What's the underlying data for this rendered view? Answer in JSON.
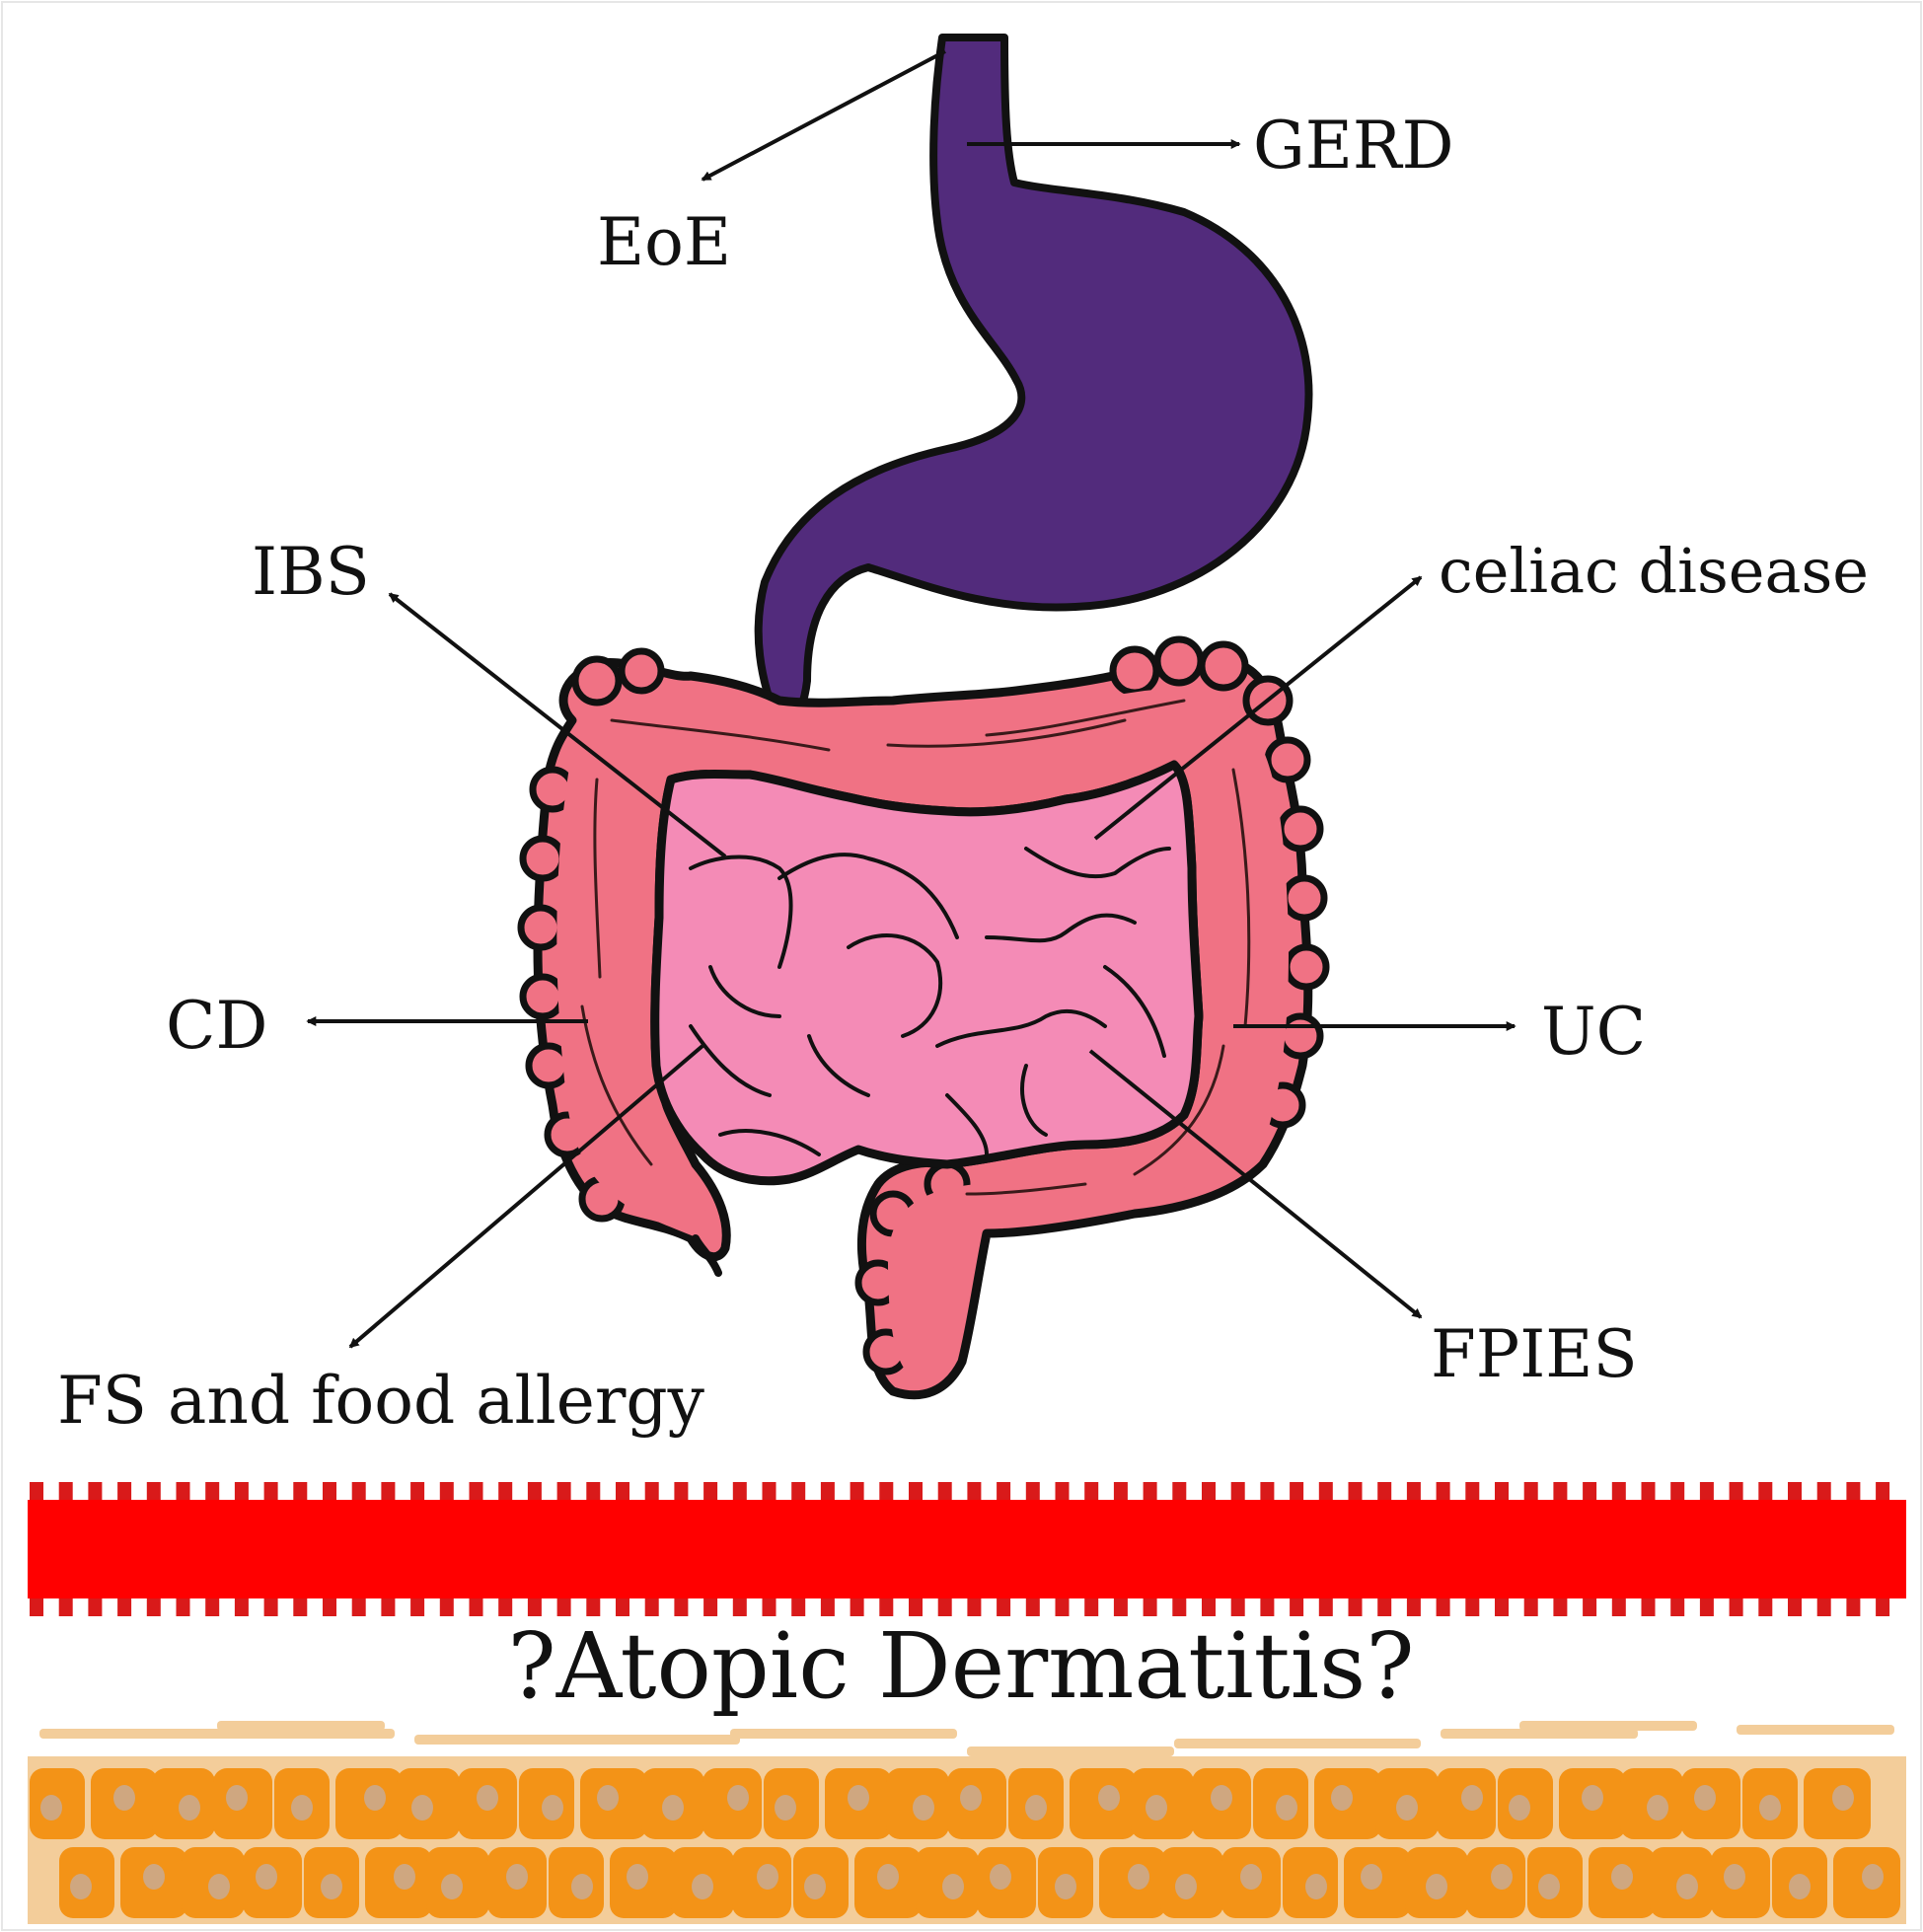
{
  "labels": {
    "eoe": "EoE",
    "gerd": "GERD",
    "ibs": "IBS",
    "celiac": "celiac disease",
    "cd": "CD",
    "uc": "UC",
    "fs_food_allergy": "FS and food allergy",
    "fpies": "FPIES",
    "atopic": "?Atopic Dermatitis?"
  },
  "colors": {
    "stomach": "#522b7c",
    "colon": "#f07284",
    "small_intestine": "#f48bb6",
    "outline": "#111111",
    "gut_barrier": "#ff0000",
    "gut_barrier_teeth": "#d91a1a",
    "skin_base": "#f3cd9a",
    "skin_cell": "#f39317",
    "skin_nucleus": "#cfa780"
  }
}
